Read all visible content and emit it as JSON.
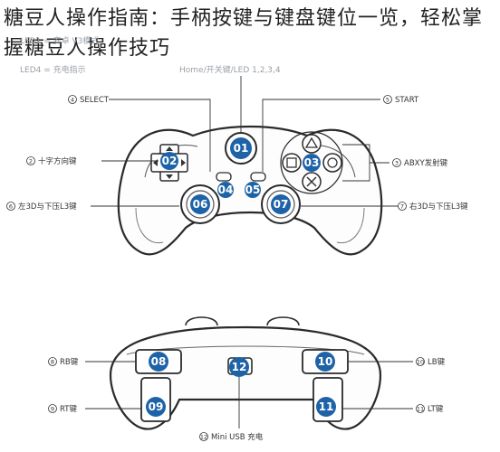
{
  "title": "糖豆人操作指南：手柄按键与键盘键位一览，轻松掌握糖豆人操作技巧",
  "faint_info": {
    "line1": "LED1 = 安卓 V3模式",
    "line2": "LED4 = 充电指示",
    "home_label": "Home/开关键/LED 1,2,3,4"
  },
  "callouts": {
    "select": "SELECT",
    "start": "START",
    "dpad": "十字方向键",
    "abxy": "ABXY发射键",
    "left_3d": "左3D与下压L3键",
    "right_3d": "右3D与下压L3键",
    "rb": "RB键",
    "lb": "LB键",
    "rt": "RT键",
    "lt": "LT键",
    "usb": "Mini USB 充电"
  },
  "callout_numbers": {
    "select": "4",
    "start": "5",
    "dpad": "2",
    "abxy": "3",
    "left_3d": "6",
    "right_3d": "7",
    "rb": "8",
    "lb": "10",
    "rt": "9",
    "lt": "11",
    "usb": "12"
  },
  "button_numbers": {
    "home": "01",
    "dpad": "02",
    "abxy": "03",
    "select": "04",
    "start": "05",
    "left_stick": "06",
    "right_stick": "07",
    "rb": "08",
    "rt": "09",
    "lb": "10",
    "lt": "11",
    "usb": "12"
  },
  "colors": {
    "badge": "#1e63a8",
    "line": "#333333",
    "body_stroke": "#2a2a2a"
  },
  "icons": [
    "triangle-icon",
    "square-icon",
    "circle-icon",
    "cross-icon"
  ]
}
